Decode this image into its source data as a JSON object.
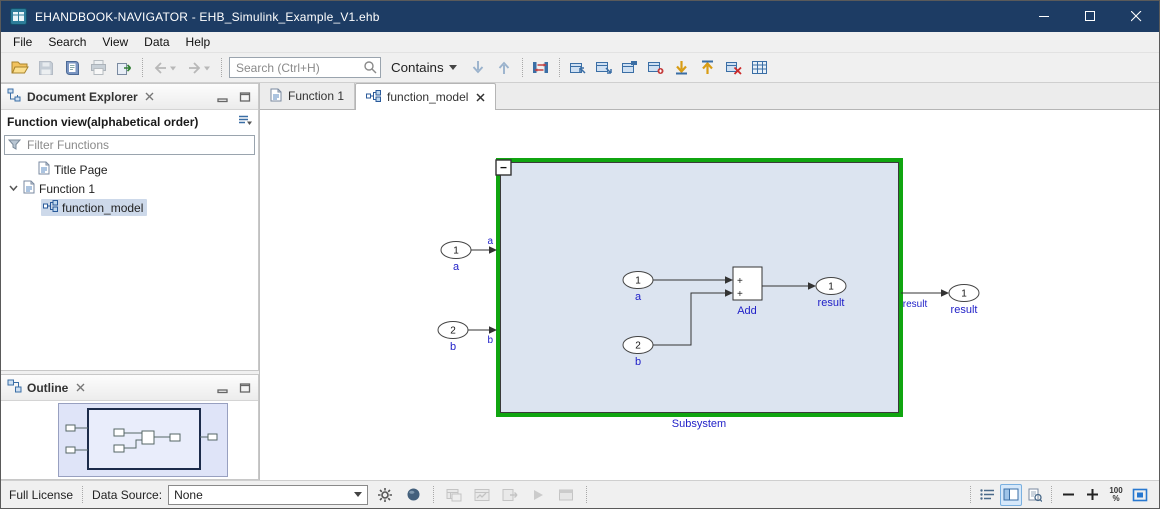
{
  "window": {
    "title": "EHANDBOOK-NAVIGATOR - EHB_Simulink_Example_V1.ehb"
  },
  "menubar": {
    "items": [
      {
        "label": "File"
      },
      {
        "label": "Search"
      },
      {
        "label": "View"
      },
      {
        "label": "Data"
      },
      {
        "label": "Help"
      }
    ]
  },
  "toolbar": {
    "search": {
      "placeholder": "Search (Ctrl+H)"
    },
    "contains_label": "Contains"
  },
  "doc_explorer": {
    "title": "Document Explorer",
    "view_title": "Function view(alphabetical order)",
    "filter_placeholder": "Filter Functions",
    "tree": [
      {
        "label": "Title Page",
        "icon": "document-icon",
        "selected": false
      },
      {
        "label": "Function 1",
        "icon": "document-icon",
        "expanded": true,
        "selected": false
      },
      {
        "label": "function_model",
        "icon": "model-icon",
        "selected": true
      }
    ]
  },
  "outline": {
    "title": "Outline"
  },
  "editor": {
    "tabs": [
      {
        "label": "Function 1",
        "icon": "document-icon",
        "active": false
      },
      {
        "label": "function_model",
        "icon": "model-icon",
        "active": true,
        "closable": true
      }
    ]
  },
  "diagram": {
    "collapse_glyph": "−",
    "subsystem_label": "Subsystem",
    "outer_inport1": {
      "number": "1",
      "name": "a"
    },
    "outer_inport2": {
      "number": "2",
      "name": "b"
    },
    "boundary_in1": "a",
    "boundary_in2": "b",
    "boundary_out": "result",
    "inner_inport1": {
      "number": "1",
      "name": "a"
    },
    "inner_inport2": {
      "number": "2",
      "name": "b"
    },
    "add_block": {
      "label": "Add",
      "sign1": "+",
      "sign2": "+"
    },
    "inner_outport": {
      "number": "1",
      "name": "result"
    },
    "outer_outport": {
      "number": "1",
      "name": "result"
    }
  },
  "statusbar": {
    "license": "Full License",
    "data_source_label": "Data Source:",
    "data_source_value": "None",
    "zoom_value": "100",
    "zoom_unit": "%"
  },
  "colors": {
    "titlebar_bg": "#1d3c64",
    "selection_green": "#10a510",
    "subsystem_fill": "#dce4f0",
    "diagram_label_blue": "#2121c8",
    "toolbar_icon_blue": "#3a6ea5",
    "tree_selection_bg": "#cdd9ea"
  }
}
